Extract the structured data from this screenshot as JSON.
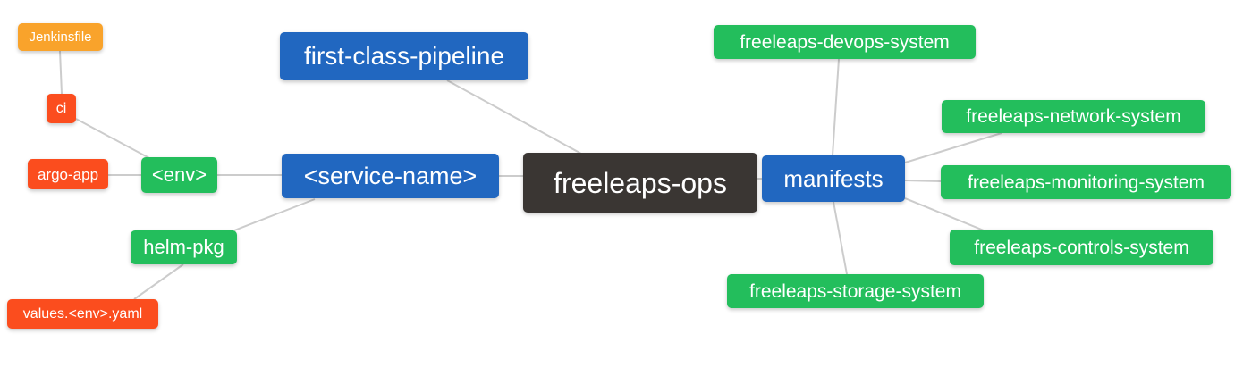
{
  "palette": {
    "blue": "#2167C0",
    "green": "#23BE5C",
    "red": "#FB4D1E",
    "amber": "#F9A32B",
    "dark": "#3A3633",
    "edge": "#CCCCCC",
    "text": "#FFFFFF",
    "background": "#FFFFFF"
  },
  "nodes": {
    "jenkinsfile": {
      "label": "Jenkinsfile",
      "color": "amber"
    },
    "ci": {
      "label": "ci",
      "color": "red"
    },
    "argo_app": {
      "label": "argo-app",
      "color": "red"
    },
    "env": {
      "label": "<env>",
      "color": "green"
    },
    "helm_pkg": {
      "label": "helm-pkg",
      "color": "green"
    },
    "values_env_yaml": {
      "label": "values.<env>.yaml",
      "color": "red"
    },
    "first_class_pipeline": {
      "label": "first-class-pipeline",
      "color": "blue"
    },
    "service_name": {
      "label": "<service-name>",
      "color": "blue"
    },
    "freeleaps_ops": {
      "label": "freeleaps-ops",
      "color": "dark"
    },
    "manifests": {
      "label": "manifests",
      "color": "blue"
    },
    "devops_system": {
      "label": "freeleaps-devops-system",
      "color": "green"
    },
    "network_system": {
      "label": "freeleaps-network-system",
      "color": "green"
    },
    "monitoring_system": {
      "label": "freeleaps-monitoring-system",
      "color": "green"
    },
    "controls_system": {
      "label": "freeleaps-controls-system",
      "color": "green"
    },
    "storage_system": {
      "label": "freeleaps-storage-system",
      "color": "green"
    }
  },
  "edges": [
    [
      "jenkinsfile",
      "ci"
    ],
    [
      "ci",
      "env"
    ],
    [
      "argo_app",
      "env"
    ],
    [
      "env",
      "service_name"
    ],
    [
      "helm_pkg",
      "service_name"
    ],
    [
      "values_env_yaml",
      "helm_pkg"
    ],
    [
      "service_name",
      "freeleaps_ops"
    ],
    [
      "first_class_pipeline",
      "freeleaps_ops"
    ],
    [
      "freeleaps_ops",
      "manifests"
    ],
    [
      "manifests",
      "devops_system"
    ],
    [
      "manifests",
      "network_system"
    ],
    [
      "manifests",
      "monitoring_system"
    ],
    [
      "manifests",
      "controls_system"
    ],
    [
      "manifests",
      "storage_system"
    ]
  ]
}
